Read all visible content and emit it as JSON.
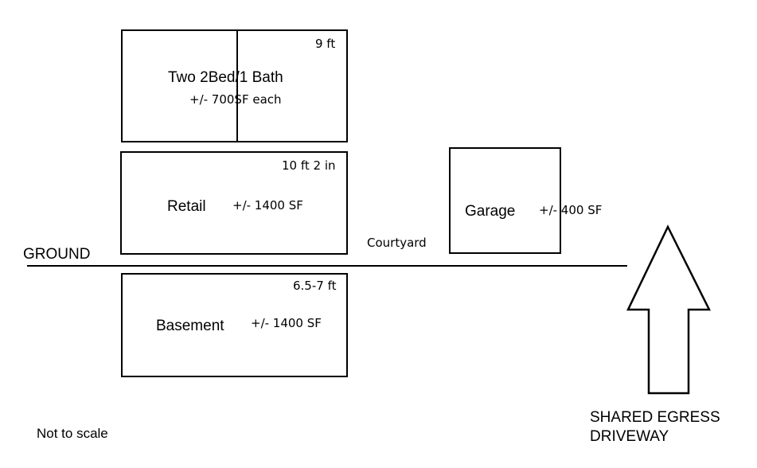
{
  "diagram": {
    "upper_floor": {
      "title": "Two 2Bed/1 Bath",
      "area": "+/- 700SF each",
      "height": "9 ft"
    },
    "retail": {
      "title": "Retail",
      "area": "+/- 1400 SF",
      "height": "10 ft 2 in"
    },
    "basement": {
      "title": "Basement",
      "area": "+/- 1400 SF",
      "height": "6.5-7 ft"
    },
    "garage": {
      "title": "Garage",
      "area": "+/- 400 SF"
    },
    "courtyard_label": "Courtyard",
    "ground_label": "GROUND",
    "egress_label_line1": "SHARED EGRESS",
    "egress_label_line2": "DRIVEWAY",
    "scale_note": "Not to scale"
  }
}
